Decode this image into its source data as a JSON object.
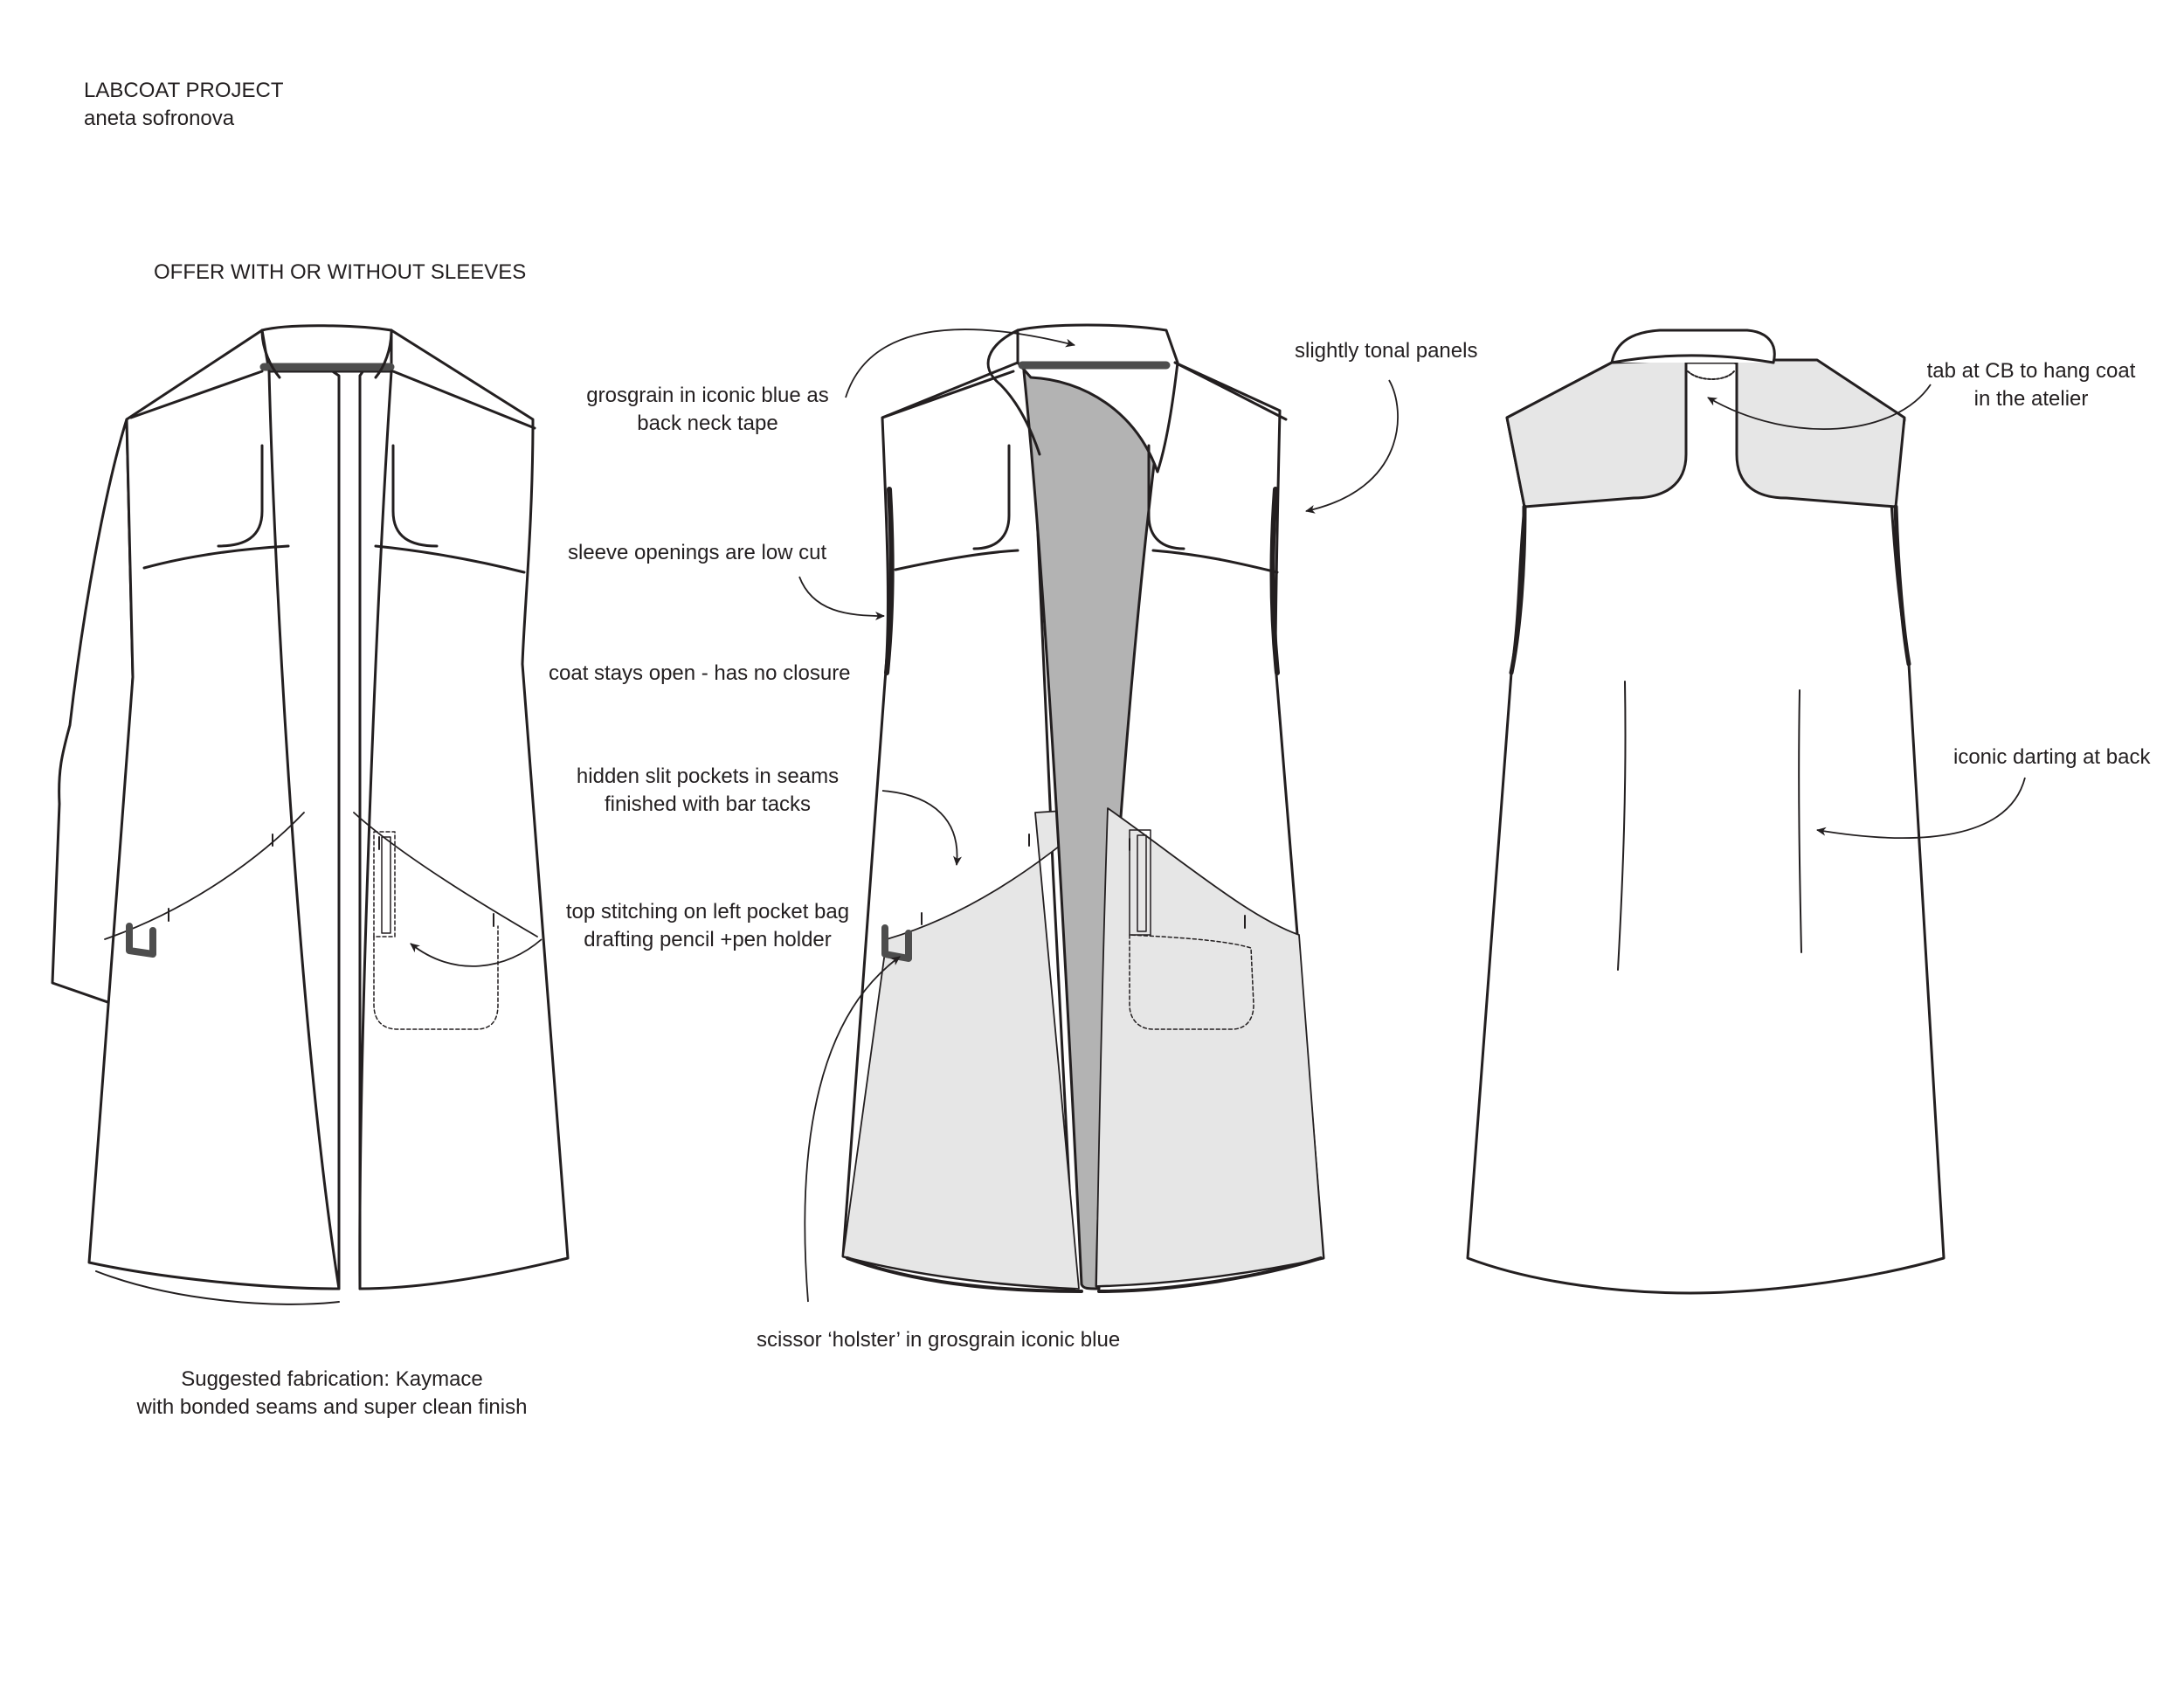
{
  "header": {
    "project_title": "LABCOAT PROJECT",
    "designer": "aneta sofronova"
  },
  "front_sleeved": {
    "note_sleeves": "OFFER WITH OR WITHOUT SLEEVES",
    "fabrication_line1": "Suggested fabrication: Kaymace",
    "fabrication_line2": "with bonded seams and super clean finish"
  },
  "annotations": {
    "grosgrain_line1": "grosgrain in iconic blue as",
    "grosgrain_line2": "back neck tape",
    "sleeve_openings": "sleeve openings are low cut",
    "coat_open": "coat stays open - has no closure",
    "hidden_pockets_line1": "hidden slit pockets in seams",
    "hidden_pockets_line2": "finished with bar tacks",
    "top_stitching_line1": "top stitching on left pocket bag",
    "top_stitching_line2": "drafting pencil +pen holder",
    "scissor_holster": "scissor ‘holster’ in grosgrain iconic blue",
    "tonal_panels": "slightly tonal panels",
    "tab_line1": "tab at CB to hang coat",
    "tab_line2": "in the atelier",
    "darting": "iconic darting at back"
  },
  "colors": {
    "line": "#231f20",
    "lining_grey": "#b3b3b3",
    "panel_light": "#e6e6e6",
    "tape_dark": "#4d4d4d"
  }
}
